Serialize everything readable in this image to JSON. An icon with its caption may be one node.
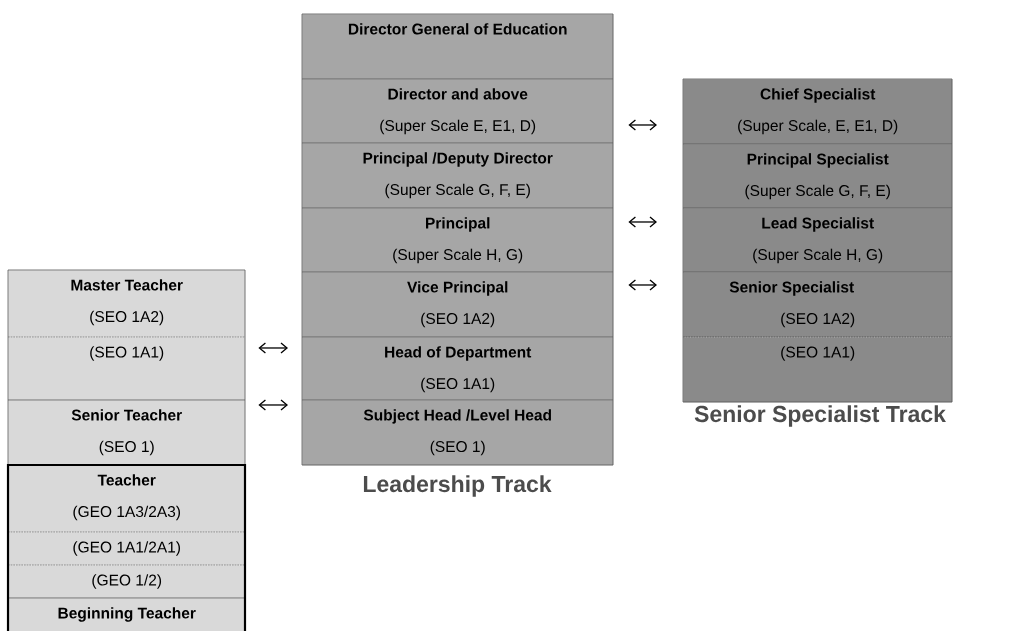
{
  "diagram": {
    "nodes": [
      {
        "text": [
          "Master Teacher",
          "(SEO 1A2)"
        ]
      },
      {
        "text": [
          "(SEO 1A1)"
        ]
      },
      {
        "text": [
          "Senior Teacher",
          "(SEO 1)"
        ]
      },
      {
        "text": [
          "Teacher",
          "(GEO 1A3/2A3)"
        ]
      },
      {
        "text": [
          "(GEO 1A1/2A1)"
        ]
      },
      {
        "text": [
          "(GEO 1/2)"
        ]
      },
      {
        "text": [
          "Beginning Teacher"
        ]
      },
      {
        "text": [
          "Director General of Education"
        ]
      },
      {
        "text": [
          "Director and above",
          "(Super Scale E, E1, D)"
        ]
      },
      {
        "text": [
          "Principal /Deputy Director",
          "(Super Scale G, F, E)"
        ]
      },
      {
        "text": [
          "Principal",
          "(Super Scale H, G)"
        ]
      },
      {
        "text": [
          "Vice Principal",
          "(SEO 1A2)"
        ]
      },
      {
        "text": [
          "Head of Department",
          "(SEO 1A1)"
        ]
      },
      {
        "text": [
          "Subject Head /Level Head",
          "(SEO 1)"
        ]
      },
      {
        "text": [
          "Chief Specialist",
          "(Super Scale, E, E1, D)"
        ]
      },
      {
        "text": [
          "Principal Specialist",
          "(Super Scale G, F, E)"
        ]
      },
      {
        "text": [
          "Lead Specialist",
          "(Super Scale H, G)"
        ]
      },
      {
        "text": [
          "Senior Specialist",
          "(SEO 1A2)"
        ]
      },
      {
        "text": [
          "(SEO 1A1)"
        ]
      }
    ],
    "edges": [
      {
        "from": 1,
        "to": 12,
        "arrow": "both"
      },
      {
        "from": 2,
        "to": 13,
        "arrow": "both"
      },
      {
        "from": 8,
        "to": 14,
        "arrow": "both"
      },
      {
        "from": 10,
        "to": 16,
        "arrow": "both"
      },
      {
        "from": 11,
        "to": 17,
        "arrow": "both"
      }
    ],
    "labels": [
      "Senior Specialist Track",
      "Leadership Track"
    ]
  }
}
